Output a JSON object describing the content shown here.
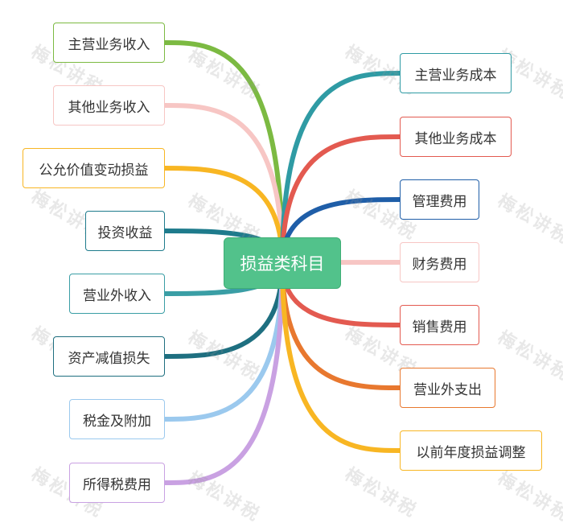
{
  "root": {
    "label": "损益类科目",
    "color": "#52c28b"
  },
  "left_branches": [
    {
      "label": "主营业务收入",
      "color": "#7cba42"
    },
    {
      "label": "其他业务收入",
      "color": "#f7c6c4"
    },
    {
      "label": "公允价值变动损益",
      "color": "#f8b623"
    },
    {
      "label": "投资收益",
      "color": "#1e7b8c"
    },
    {
      "label": "营业外收入",
      "color": "#3a9ea5"
    },
    {
      "label": "资产减值损失",
      "color": "#1e6f80"
    },
    {
      "label": "税金及附加",
      "color": "#9bc9ee"
    },
    {
      "label": "所得税费用",
      "color": "#c9a1e2"
    }
  ],
  "right_branches": [
    {
      "label": "主营业务成本",
      "color": "#2f9ba4"
    },
    {
      "label": "其他业务成本",
      "color": "#e35a50"
    },
    {
      "label": "管理费用",
      "color": "#1f5ea8"
    },
    {
      "label": "财务费用",
      "color": "#f7c6c4"
    },
    {
      "label": "销售费用",
      "color": "#e35a50"
    },
    {
      "label": "营业外支出",
      "color": "#e8782f"
    },
    {
      "label": "以前年度损益调整",
      "color": "#f8b623"
    }
  ],
  "watermark": {
    "text": "梅松讲税"
  }
}
